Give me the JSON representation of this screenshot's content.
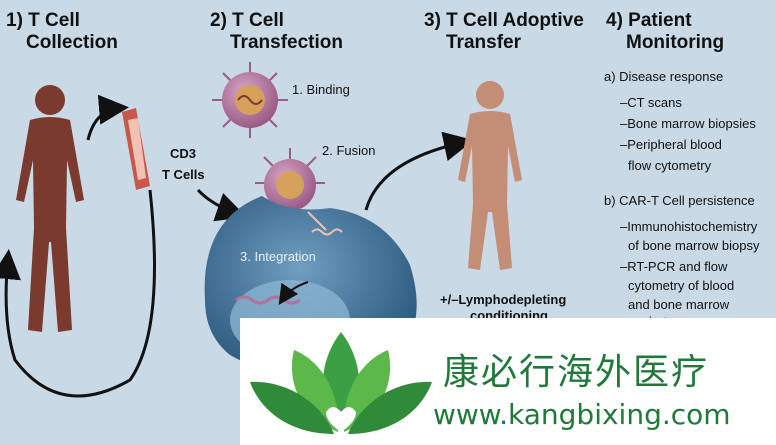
{
  "steps": {
    "collection": {
      "line1": "1) T Cell",
      "line2": "Collection"
    },
    "transfection": {
      "line1": "2) T Cell",
      "line2": "Transfection"
    },
    "adoptive": {
      "line1": "3) T Cell Adoptive",
      "line2": "Transfer"
    },
    "monitoring": {
      "line1": "4) Patient",
      "line2": "Monitoring"
    }
  },
  "labels": {
    "cd3": "CD3",
    "tcells": "T Cells",
    "binding": "1. Binding",
    "fusion": "2. Fusion",
    "integration": "3. Integration",
    "lympho1": "+/–Lymphodepleting",
    "lympho2": "conditioning"
  },
  "monitoring": {
    "a_title": "a) Disease response",
    "a_items": [
      "–CT scans",
      "–Bone marrow biopsies",
      "–Peripheral blood",
      "flow cytometry"
    ],
    "b_title": "b) CAR-T Cell persistence",
    "b_items": [
      "–Immunohistochemistry",
      "of bone marrow biopsy",
      "–RT-PCR and flow",
      "cytometry of blood",
      "and bone marrow",
      "aspirate"
    ]
  },
  "watermark": {
    "chinese": "康必行海外医疗",
    "url": "www.kangbixing.com"
  },
  "colors": {
    "human_dark": "#7a3a2e",
    "human_light": "#c38d76",
    "cell_blue": "#3d6f96",
    "virus": "#b0739c",
    "brand_green": "#1f7a3a"
  }
}
